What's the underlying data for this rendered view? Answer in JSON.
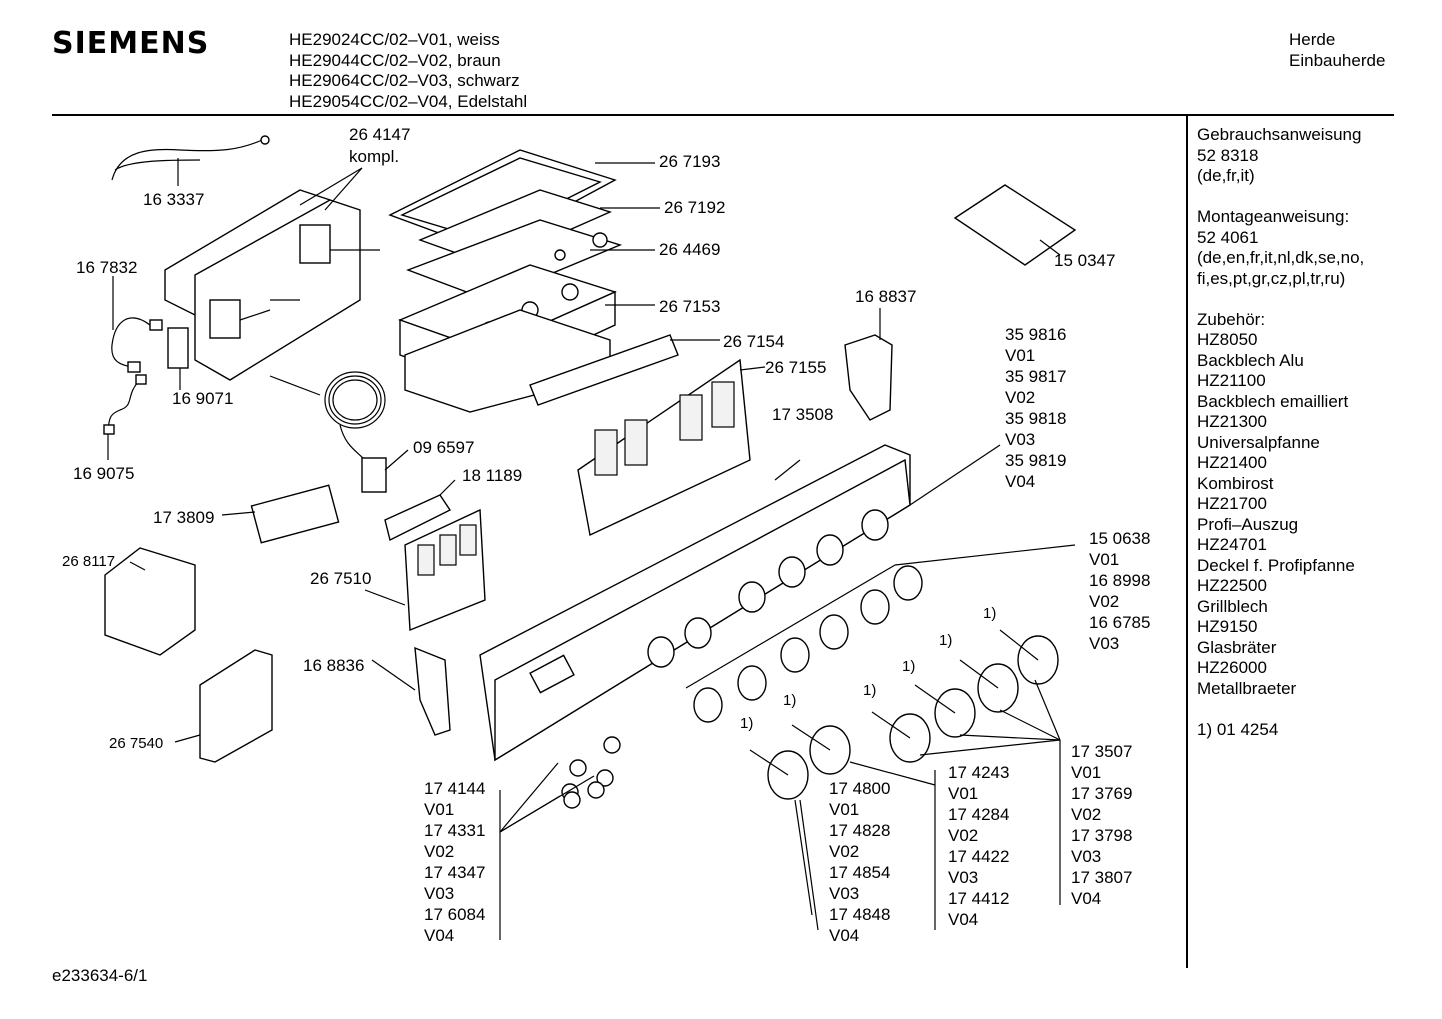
{
  "header": {
    "brand": "SIEMENS",
    "models": [
      "HE29024CC/02–V01, weiss",
      "HE29044CC/02–V02, braun",
      "HE29064CC/02–V03, schwarz",
      "HE29054CC/02–V04, Edelstahl"
    ],
    "category": [
      "Herde",
      "Einbauherde"
    ]
  },
  "sidebar": {
    "items": [
      "Gebrauchsanweisung",
      "52 8318",
      "(de,fr,it)",
      "",
      "Montageanweisung:",
      "52 4061",
      "(de,en,fr,it,nl,dk,se,no,",
      "fi,es,pt,gr,cz,pl,tr,ru)",
      "",
      "Zubehör:",
      "HZ8050",
      "Backblech Alu",
      "HZ21100",
      "Backblech emailliert",
      "HZ21300",
      "Universalpfanne",
      "HZ21400",
      "Kombirost",
      "HZ21700",
      "Profi–Auszug",
      "HZ24701",
      "Deckel f. Profipfanne",
      "HZ22500",
      "Grillblech",
      "HZ9150",
      "Glasbräter",
      "HZ26000",
      "Metallbraeter",
      "",
      "1) 01 4254"
    ]
  },
  "labels": {
    "l264147": "26 4147",
    "l264147b": "kompl.",
    "l163337": "16 3337",
    "l267193": "26 7193",
    "l267192": "26 7192",
    "l264469": "26 4469",
    "l267153": "26 7153",
    "l267154": "26 7154",
    "l267155": "26 7155",
    "l167832": "16 7832",
    "l169071": "16 9071",
    "l169075": "16 9075",
    "l150347": "15 0347",
    "l168837": "16 8837",
    "l173508": "17 3508",
    "l096597": "09 6597",
    "l181189": "18 1189",
    "l173809": "17 3809",
    "l268117": "26  8117",
    "l267510": "26 7510",
    "l168836": "16 8836",
    "l267540": "26 7540",
    "fn1": "1)",
    "fn2": "1)",
    "fn3": "1)",
    "fn4": "1)",
    "fn5": "1)",
    "fn6": "1)"
  },
  "stacks": {
    "panel": [
      "35 9816",
      "V01",
      "35 9817",
      "V02",
      "35 9818",
      "V03",
      "35 9819",
      "V04"
    ],
    "rings": [
      "15 0638",
      "V01",
      "16 8998",
      "V02",
      "16 6785",
      "V03"
    ],
    "small_knobs": [
      "17 4144",
      "V01",
      "17 4331",
      "V02",
      "17 4347",
      "V03",
      "17 6084",
      "V04"
    ],
    "knob_a": [
      "17 4800",
      "V01",
      "17 4828",
      "V02",
      "17 4854",
      "V03",
      "17 4848",
      "V04"
    ],
    "knob_b": [
      "17 4243",
      "V01",
      "17 4284",
      "V02",
      "17 4422",
      "V03",
      "17 4412",
      "V04"
    ],
    "knob_c": [
      "17 3507",
      "V01",
      "17 3769",
      "V02",
      "17 3798",
      "V03",
      "17 3807",
      "V04"
    ]
  },
  "footer": "e233634-6/1"
}
